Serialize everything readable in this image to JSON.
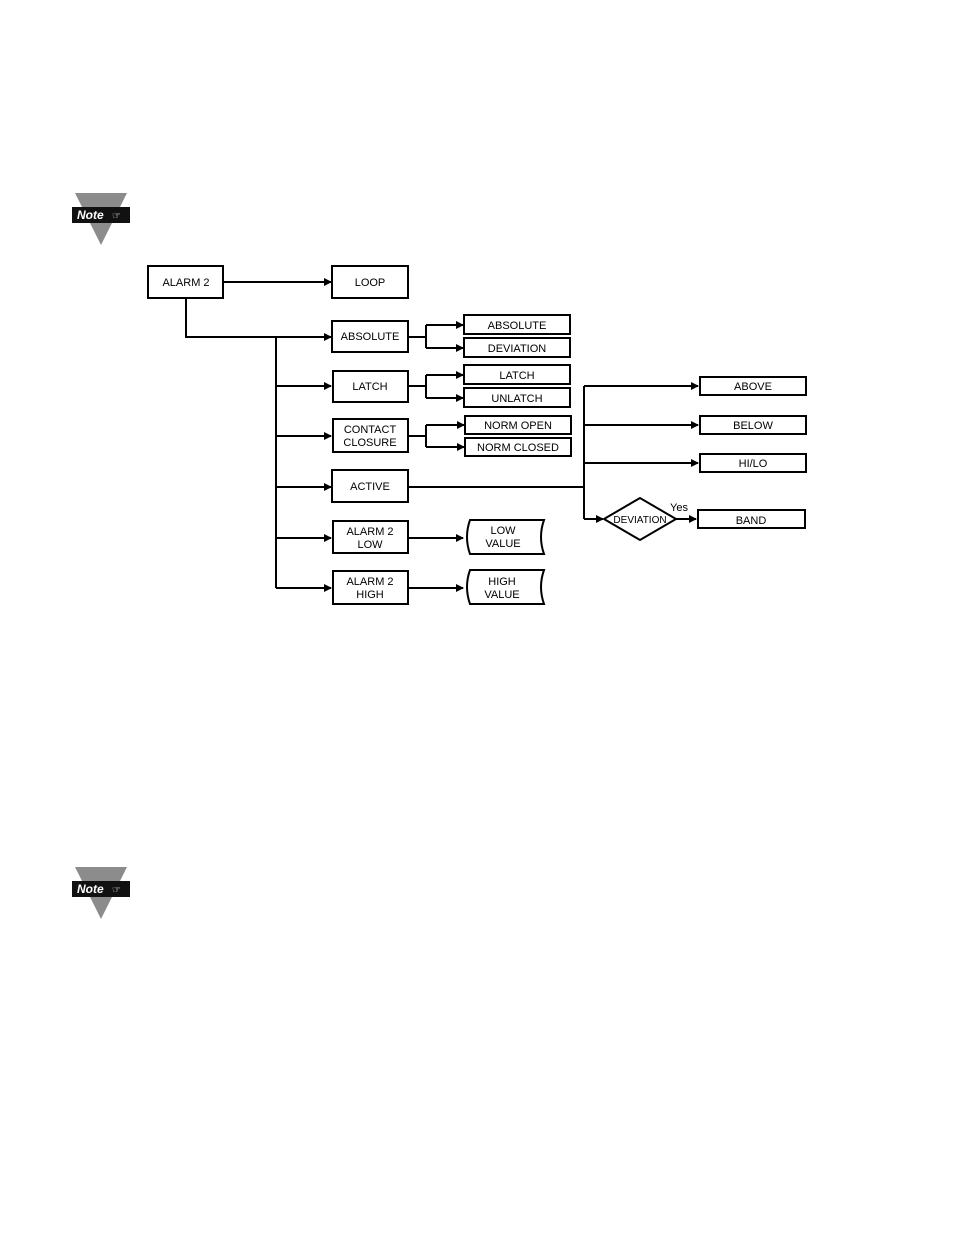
{
  "note_icon_label": "Note",
  "nodes": {
    "alarm2": "ALARM 2",
    "loop": "LOOP",
    "absolute": "ABSOLUTE",
    "absolute_opt": "ABSOLUTE",
    "deviation_opt": "DEVIATION",
    "latch": "LATCH",
    "latch_opt": "LATCH",
    "unlatch_opt": "UNLATCH",
    "contact_closure_1": "CONTACT",
    "contact_closure_2": "CLOSURE",
    "norm_open": "NORM OPEN",
    "norm_closed": "NORM CLOSED",
    "active": "ACTIVE",
    "above": "ABOVE",
    "below": "BELOW",
    "hilo": "HI/LO",
    "deviation_decision": "DEVIATION",
    "yes": "Yes",
    "band": "BAND",
    "alarm2_low_1": "ALARM 2",
    "alarm2_low_2": "LOW",
    "low_value_1": "LOW",
    "low_value_2": "VALUE",
    "alarm2_high_1": "ALARM 2",
    "alarm2_high_2": "HIGH",
    "high_value_1": "HIGH",
    "high_value_2": "VALUE"
  }
}
